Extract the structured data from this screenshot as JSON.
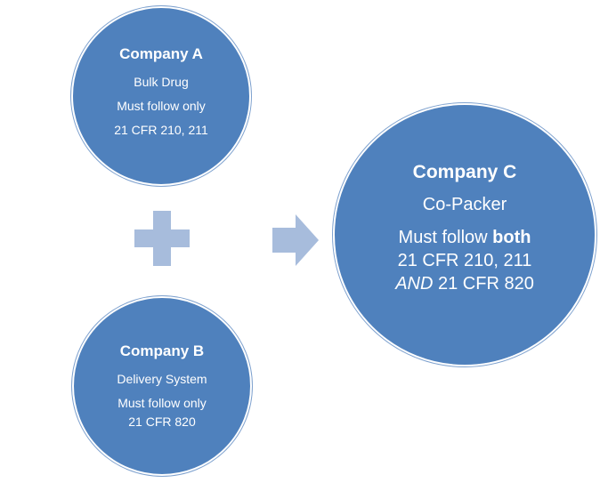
{
  "company_a": {
    "title": "Company A",
    "lines": [
      "Bulk Drug",
      "Must follow only",
      "21 CFR 210, 211"
    ]
  },
  "company_b": {
    "title": "Company B",
    "lines": [
      "Delivery System",
      "Must follow only",
      "21 CFR 820"
    ]
  },
  "company_c": {
    "title": "Company C",
    "subtitle": "Co-Packer",
    "line1_prefix": "Must follow ",
    "line1_bold": "both",
    "line2": "21 CFR 210, 211",
    "line3_italic": "AND",
    "line3_rest": " 21 CFR 820"
  },
  "colors": {
    "circle_fill": "#4f81bd",
    "connector_fill": "#a7bcdc",
    "text": "#ffffff"
  },
  "icons": {
    "plus": "plus-icon",
    "arrow": "right-arrow-icon"
  }
}
